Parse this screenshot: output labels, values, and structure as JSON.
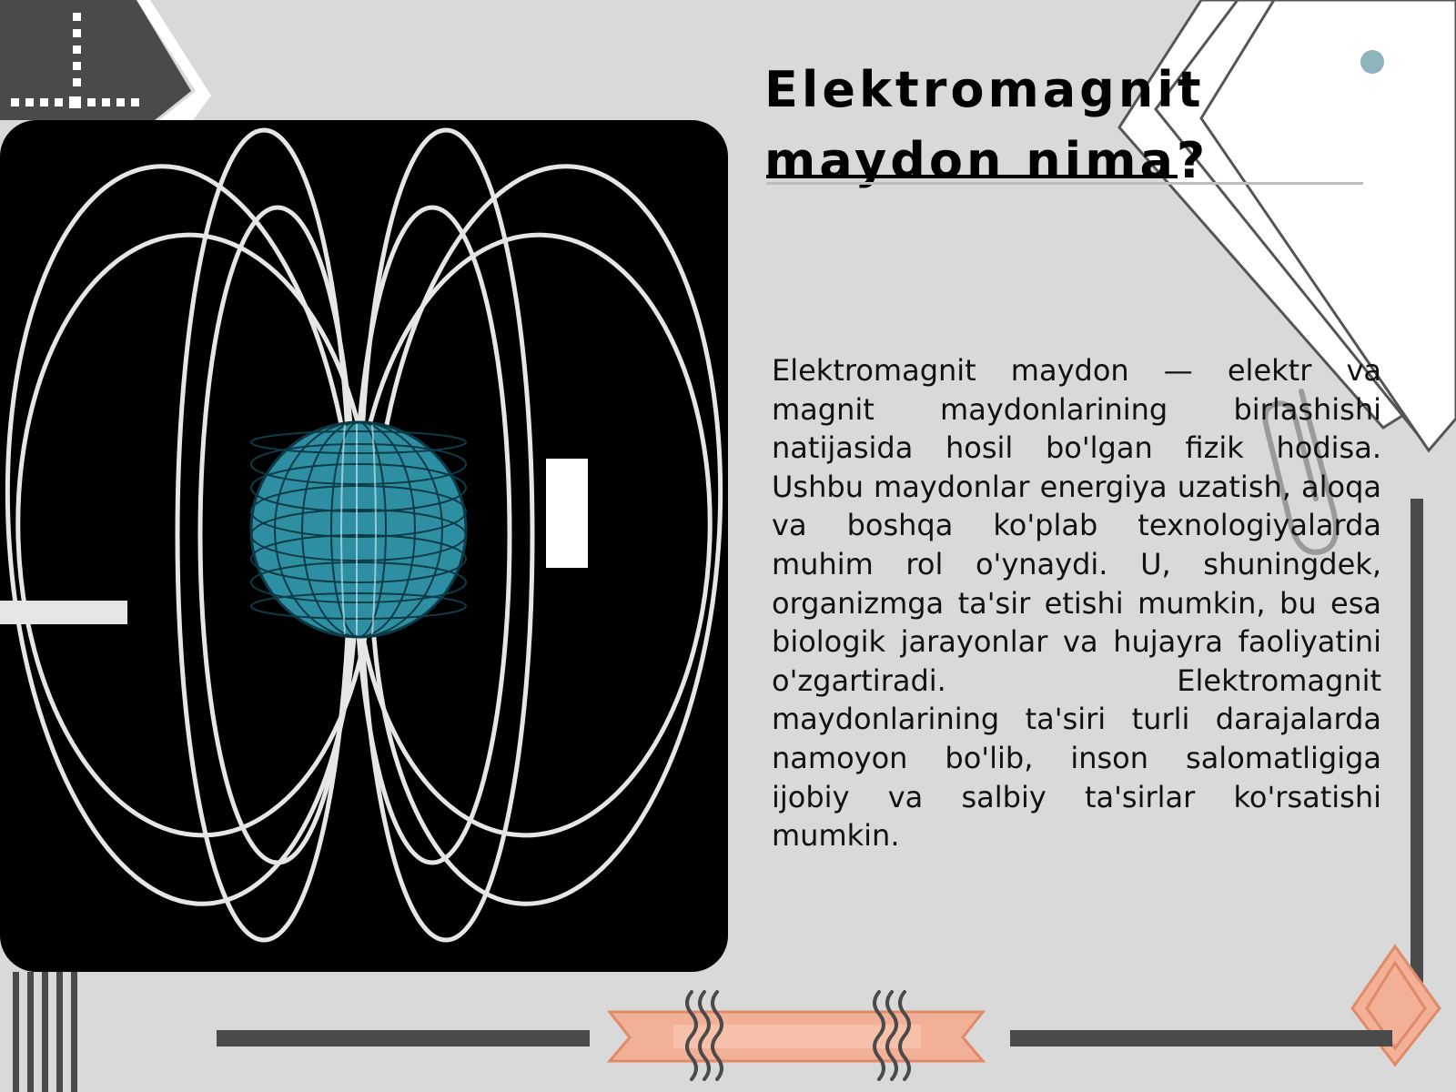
{
  "slide": {
    "title_line1": "Elektromagnit",
    "title_line2": "maydon nima?",
    "body": "Elektromagnit maydon — elektr va magnit maydonlarining birlashishi natijasida hosil bo'lgan fizik hodisa. Ushbu maydonlar energiya uzatish, aloqa va boshqa ko'plab texnologiyalarda muhim rol o'ynaydi. U, shuningdek, organizmga ta'sir  etishi mumkin, bu esa biologik jarayonlar va hujayra faoliyatini o'zgartiradi. Elektromagnit maydonlarining ta'siri turli darajalarda namoyon bo'lib, inson salomatligiga ijobiy va salbiy ta'sirlar ko'rsatishi mumkin."
  },
  "colors": {
    "background": "#d9d9d9",
    "figure_background": "#000000",
    "field_lines": "#e6e6e6",
    "globe": "#2e8fa3",
    "accent_dark": "#4a4a4a",
    "accent_peach": "#f2b097"
  },
  "icons": [
    "magnetic-field-globe-illustration",
    "paper-clip-icon",
    "diamond-ornament",
    "wavy-lines-ornament"
  ]
}
